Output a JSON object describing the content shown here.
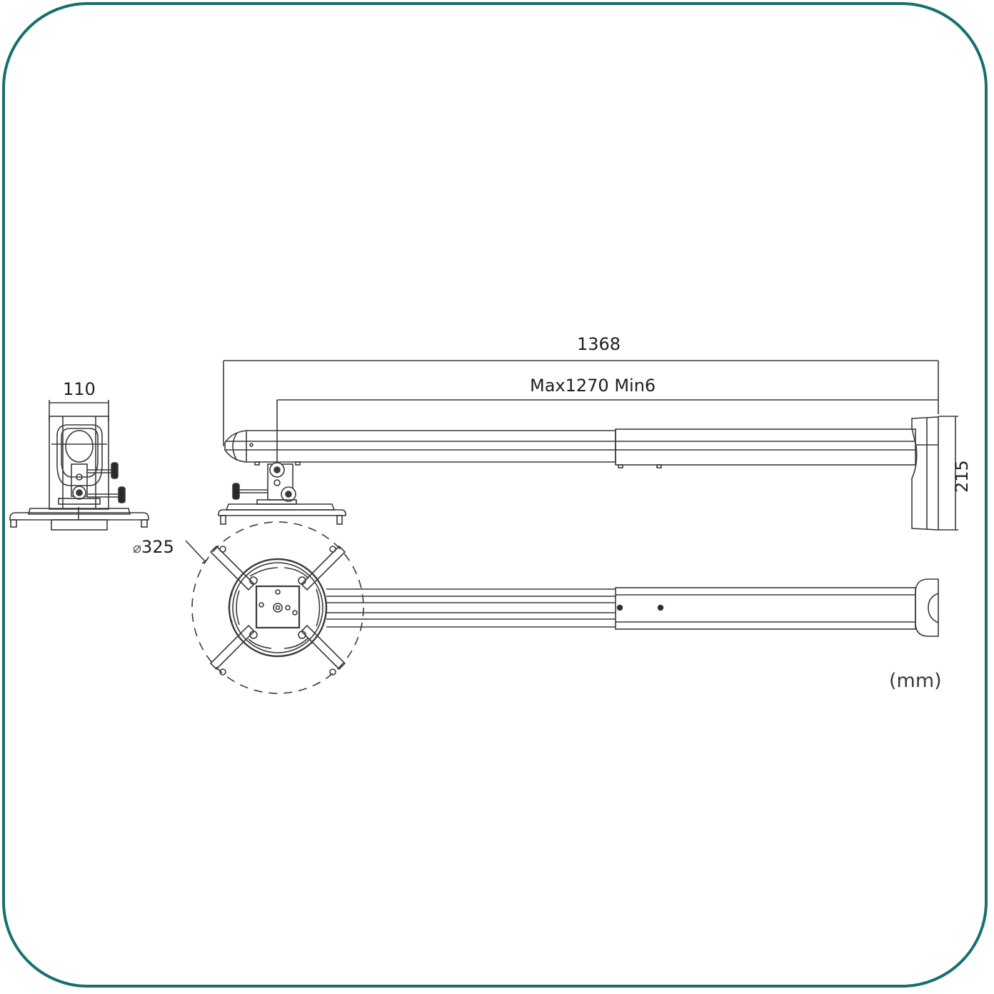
{
  "diagram": {
    "subject": "projector wall mount dimension drawing",
    "frame_color": "#17706e",
    "line_color": "#3a3a3a",
    "views": [
      {
        "name": "front-view",
        "label": "110"
      },
      {
        "name": "side-view",
        "labels": [
          "1368",
          "Max1270  Min6",
          "215"
        ]
      },
      {
        "name": "bottom-view",
        "label": "325",
        "prefix_symbol": "⌀"
      }
    ]
  },
  "dimensions": {
    "front_width": "110",
    "total_length": "1368",
    "extension_range": "Max1270  Min6",
    "height": "215",
    "diameter_symbol": "⌀",
    "diameter": "325",
    "unit": "(mm)"
  }
}
